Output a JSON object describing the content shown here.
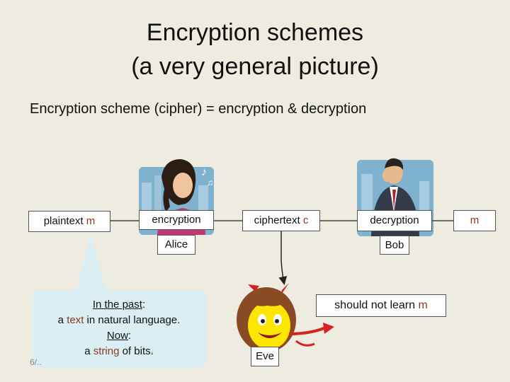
{
  "title_line1": "Encryption schemes",
  "title_line2": "(a very general picture)",
  "subtitle": "Encryption scheme (cipher) = encryption & decryption",
  "boxes": {
    "plaintext_label": "plaintext",
    "plaintext_var": "m",
    "encryption": "encryption",
    "ciphertext_label": "ciphertext",
    "ciphertext_var": "c",
    "decryption": "decryption",
    "output": "m",
    "alice": "Alice",
    "bob": "Bob",
    "eve": "Eve",
    "eve_note_prefix": "should not learn",
    "eve_note_var": "m"
  },
  "callout": {
    "past_heading": "In the past",
    "past_line_prefix": "a",
    "past_keyword": "text",
    "past_line_suffix": "in natural language.",
    "now_heading": "Now",
    "now_line_prefix": "a",
    "now_keyword": "string",
    "now_line_suffix": "of bits."
  },
  "slide_number": "6/..",
  "colors": {
    "background": "#eeece1",
    "accent_brown": "#8b3a1f",
    "callout_fill": "#dbeef4",
    "line": "#444444"
  },
  "icons": [
    "alice-avatar",
    "bob-avatar",
    "eve-devil-avatar"
  ]
}
